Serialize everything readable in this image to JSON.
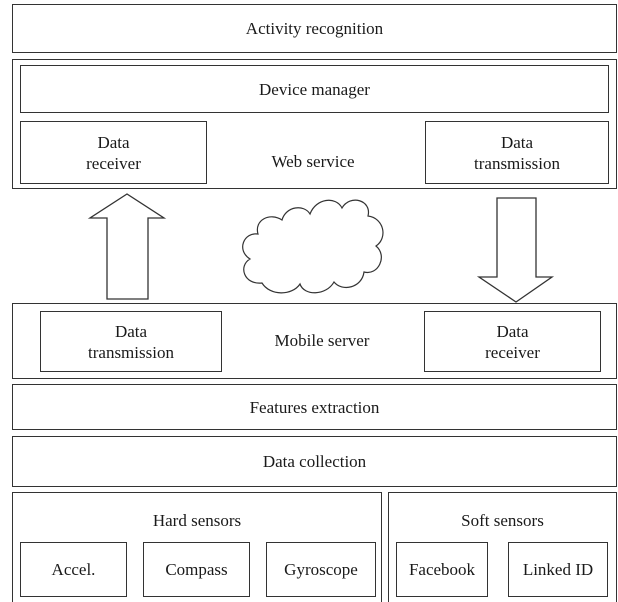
{
  "layers": {
    "activity_recognition": "Activity recognition",
    "web_service": {
      "label": "Web service",
      "device_manager": "Device manager",
      "data_receiver": [
        "Data",
        "receiver"
      ],
      "data_transmission": [
        "Data",
        "transmission"
      ]
    },
    "mobile_server": {
      "label": "Mobile server",
      "data_transmission": [
        "Data",
        "transmission"
      ],
      "data_receiver": [
        "Data",
        "receiver"
      ]
    },
    "features_extraction": "Features extraction",
    "data_collection": "Data collection",
    "hard_sensors": {
      "label": "Hard sensors",
      "items": [
        "Accel.",
        "Compass",
        "Gyroscope"
      ]
    },
    "soft_sensors": {
      "label": "Soft sensors",
      "items": [
        "Facebook",
        "Linked ID"
      ]
    }
  }
}
